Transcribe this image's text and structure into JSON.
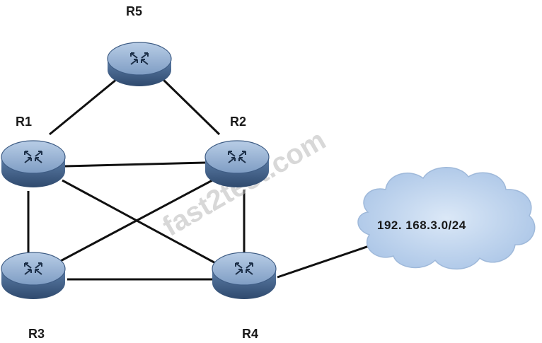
{
  "routers": [
    {
      "id": "R1",
      "label": "R1"
    },
    {
      "id": "R2",
      "label": "R2"
    },
    {
      "id": "R3",
      "label": "R3"
    },
    {
      "id": "R4",
      "label": "R4"
    },
    {
      "id": "R5",
      "label": "R5"
    }
  ],
  "links": [
    [
      "R5",
      "R1"
    ],
    [
      "R5",
      "R2"
    ],
    [
      "R1",
      "R2"
    ],
    [
      "R1",
      "R3"
    ],
    [
      "R1",
      "R4"
    ],
    [
      "R2",
      "R3"
    ],
    [
      "R2",
      "R4"
    ],
    [
      "R3",
      "R4"
    ],
    [
      "R4",
      "CLOUD"
    ]
  ],
  "cloud": {
    "label": "192. 168.3.0/24"
  },
  "watermark": {
    "text": "fast2test.com"
  },
  "colors": {
    "router_top": "#9cb6d6",
    "router_side": "#4f6f96",
    "cloud_fill": "#c9dcf2",
    "link": "#111111"
  }
}
